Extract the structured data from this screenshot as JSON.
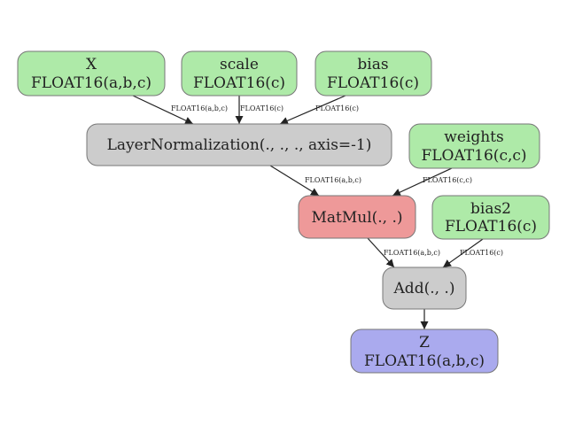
{
  "colors": {
    "input": "#aeeaa8",
    "op": "#cccccc",
    "highlight": "#ee9999",
    "output": "#aaaaee",
    "stroke": "#777777",
    "edge": "#222222"
  },
  "nodes": {
    "x": {
      "kind": "input",
      "lines": [
        "X",
        "FLOAT16(a,b,c)"
      ]
    },
    "scale": {
      "kind": "input",
      "lines": [
        "scale",
        "FLOAT16(c)"
      ]
    },
    "bias": {
      "kind": "input",
      "lines": [
        "bias",
        "FLOAT16(c)"
      ]
    },
    "ln": {
      "kind": "op",
      "lines": [
        "LayerNormalization(., ., ., axis=-1)"
      ]
    },
    "weights": {
      "kind": "input",
      "lines": [
        "weights",
        "FLOAT16(c,c)"
      ]
    },
    "matmul": {
      "kind": "highlight",
      "lines": [
        "MatMul(., .)"
      ]
    },
    "bias2": {
      "kind": "input",
      "lines": [
        "bias2",
        "FLOAT16(c)"
      ]
    },
    "add": {
      "kind": "op",
      "lines": [
        "Add(., .)"
      ]
    },
    "z": {
      "kind": "output",
      "lines": [
        "Z",
        "FLOAT16(a,b,c)"
      ]
    }
  },
  "edges": {
    "x_ln": {
      "label": "FLOAT16(a,b,c)"
    },
    "scale_ln": {
      "label": "FLOAT16(c)"
    },
    "bias_ln": {
      "label": "FLOAT16(c)"
    },
    "ln_matmul": {
      "label": "FLOAT16(a,b,c)"
    },
    "weights_matmul": {
      "label": "FLOAT16(c,c)"
    },
    "matmul_add": {
      "label": "FLOAT16(a,b,c)"
    },
    "bias2_add": {
      "label": "FLOAT16(c)"
    },
    "add_z": {
      "label": ""
    }
  }
}
